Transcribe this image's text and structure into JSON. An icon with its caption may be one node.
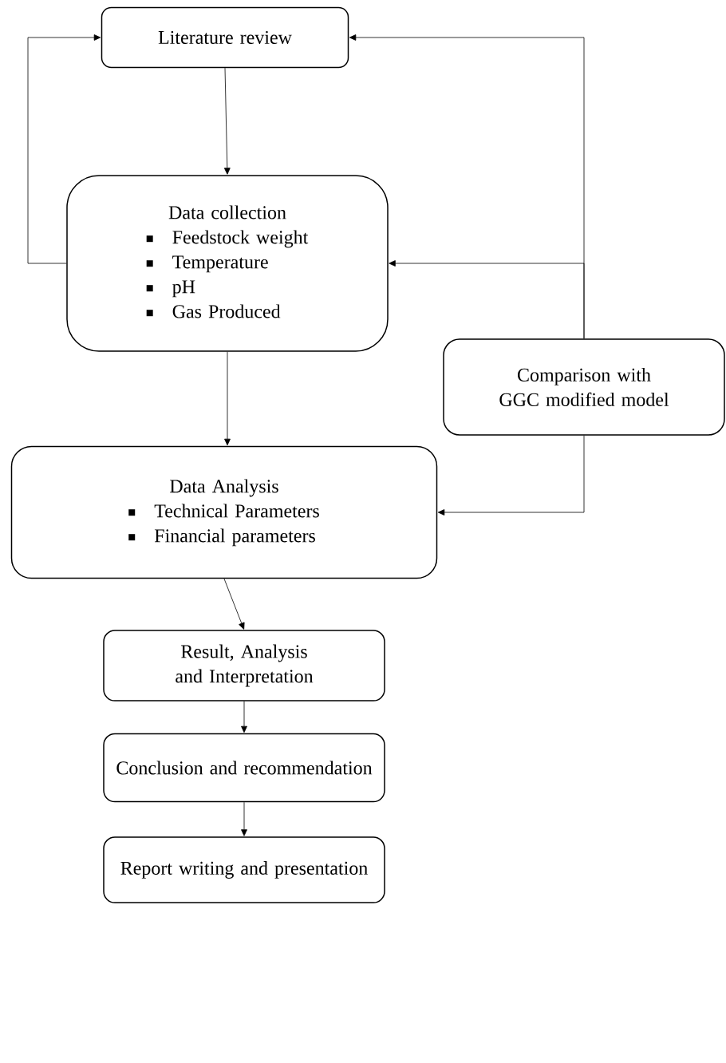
{
  "diagram": {
    "nodes": [
      {
        "text": [
          "Literature review"
        ]
      },
      {
        "text": [
          "Data collection",
          "Feedstock weight",
          "Temperature",
          "pH",
          "Gas Produced"
        ]
      },
      {
        "text": [
          "Comparison with GGC modified model"
        ]
      },
      {
        "text": [
          "Data Analysis",
          "Technical Parameters",
          "Financial parameters"
        ]
      },
      {
        "text": [
          "Result, Analysis and Interpretation"
        ]
      },
      {
        "text": [
          "Conclusion and recommendation"
        ]
      },
      {
        "text": [
          "Report writing and presentation"
        ]
      }
    ],
    "edges": [
      {
        "from": 0,
        "to": 1,
        "arrow": "to"
      },
      {
        "from": 1,
        "to": 0,
        "arrow": "to"
      },
      {
        "from": 2,
        "to": 0,
        "arrow": "to"
      },
      {
        "from": 2,
        "to": 1,
        "arrow": "to"
      },
      {
        "from": 1,
        "to": 3,
        "arrow": "to"
      },
      {
        "from": 2,
        "to": 3,
        "arrow": "to"
      },
      {
        "from": 3,
        "to": 4,
        "arrow": "to"
      },
      {
        "from": 4,
        "to": 5,
        "arrow": "to"
      },
      {
        "from": 5,
        "to": 6,
        "arrow": "to"
      }
    ]
  }
}
